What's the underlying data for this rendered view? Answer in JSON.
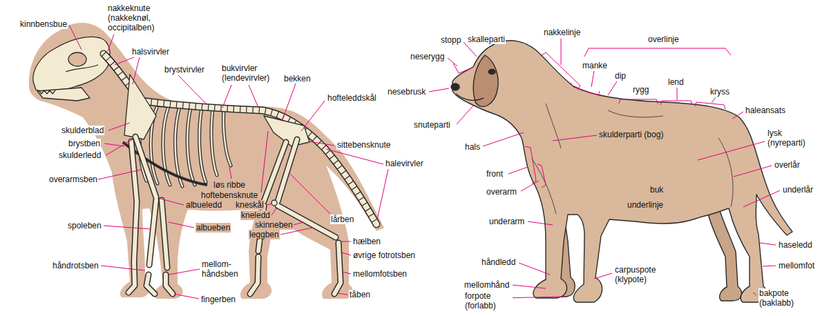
{
  "diagram": {
    "labels": [
      "kinnbensbue",
      "nakkeknute (nakkeknøl, occipitalben)",
      "halsvirvler",
      "brystvirvler",
      "bukvirvler (lendevirvler)",
      "bekken",
      "hofteleddskål",
      "sittebensknute",
      "halevirvler",
      "skulderblad",
      "brystben",
      "skulderledd",
      "overarmsben",
      "løs ribbe",
      "hoftebensknute",
      "albueledd",
      "kneskål",
      "kneledd",
      "skinneben",
      "albueben",
      "spoleben",
      "leggben",
      "lårben",
      "hælben",
      "øvrige fotrotsben",
      "håndrotsben",
      "mellom- håndsben",
      "mellomfotsben",
      "fingerben",
      "tåben",
      "skalleparti",
      "nakkelinje",
      "overlinje",
      "stopp",
      "neserygg",
      "manke",
      "dip",
      "rygg",
      "lend",
      "kryss",
      "nesebrusk",
      "haleansats",
      "snuteparti",
      "skulderparti (bog)",
      "lysk (nyreparti)",
      "hals",
      "overlår",
      "front",
      "overarm",
      "buk",
      "underlår",
      "underlinje",
      "underarm",
      "håndledd",
      "haseledd",
      "carpuspote (klypote)",
      "mellomfot",
      "mellomhånd",
      "bakpote (baklabb)",
      "forpote (forlabb)"
    ]
  }
}
